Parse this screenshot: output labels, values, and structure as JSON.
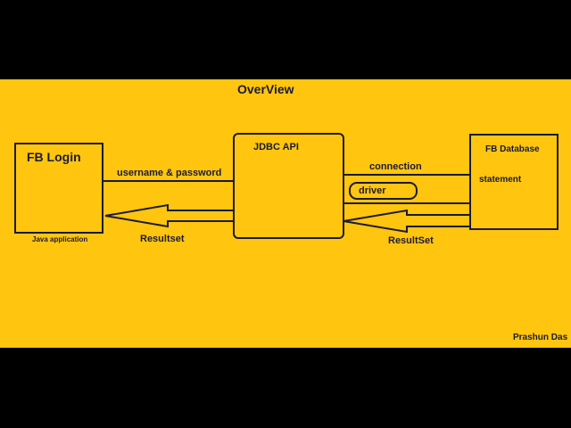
{
  "title": "OverView",
  "author": "Prashun Das",
  "colors": {
    "background": "#FFC50F",
    "letterbox": "#000000",
    "stroke": "#1a1a3a"
  },
  "nodes": {
    "fb_login": {
      "label": "FB Login",
      "caption": "Java application"
    },
    "jdbc_api": {
      "label": "JDBC API"
    },
    "fb_database": {
      "label": "FB Database",
      "sublabel": "statement"
    },
    "driver": {
      "label": "driver"
    }
  },
  "edges": {
    "credentials": {
      "label": "username & password",
      "from": "fb_login",
      "to": "jdbc_api"
    },
    "resultset_left": {
      "label": "Resultset",
      "from": "jdbc_api",
      "to": "fb_login"
    },
    "connection": {
      "label": "connection",
      "from": "jdbc_api",
      "to": "fb_database"
    },
    "resultset_right": {
      "label": "ResultSet",
      "from": "fb_database",
      "to": "jdbc_api"
    }
  }
}
